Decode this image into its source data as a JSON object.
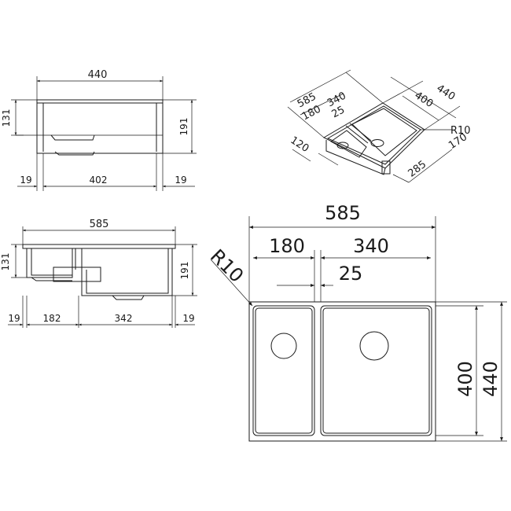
{
  "top_view": {
    "width": "440",
    "height_left": "131",
    "height_right": "191",
    "margin_left": "19",
    "inner_width": "402",
    "margin_right": "19"
  },
  "front_view": {
    "width": "585",
    "height_left": "131",
    "height_right": "191",
    "margin_left": "19",
    "small_bowl_width": "182",
    "large_bowl_width": "342",
    "margin_right": "19"
  },
  "iso_view": {
    "overall_width": "585",
    "small_bowl": "180",
    "large_bowl": "340",
    "divider": "25",
    "depth_overall": "440",
    "depth_bowl": "400",
    "radius": "R10",
    "depth_170": "170",
    "depth_120": "120",
    "offset_285": "285"
  },
  "plan_view": {
    "overall_width": "585",
    "small_bowl": "180",
    "large_bowl": "340",
    "divider": "25",
    "radius": "R10",
    "bowl_depth": "400",
    "overall_depth": "440"
  }
}
